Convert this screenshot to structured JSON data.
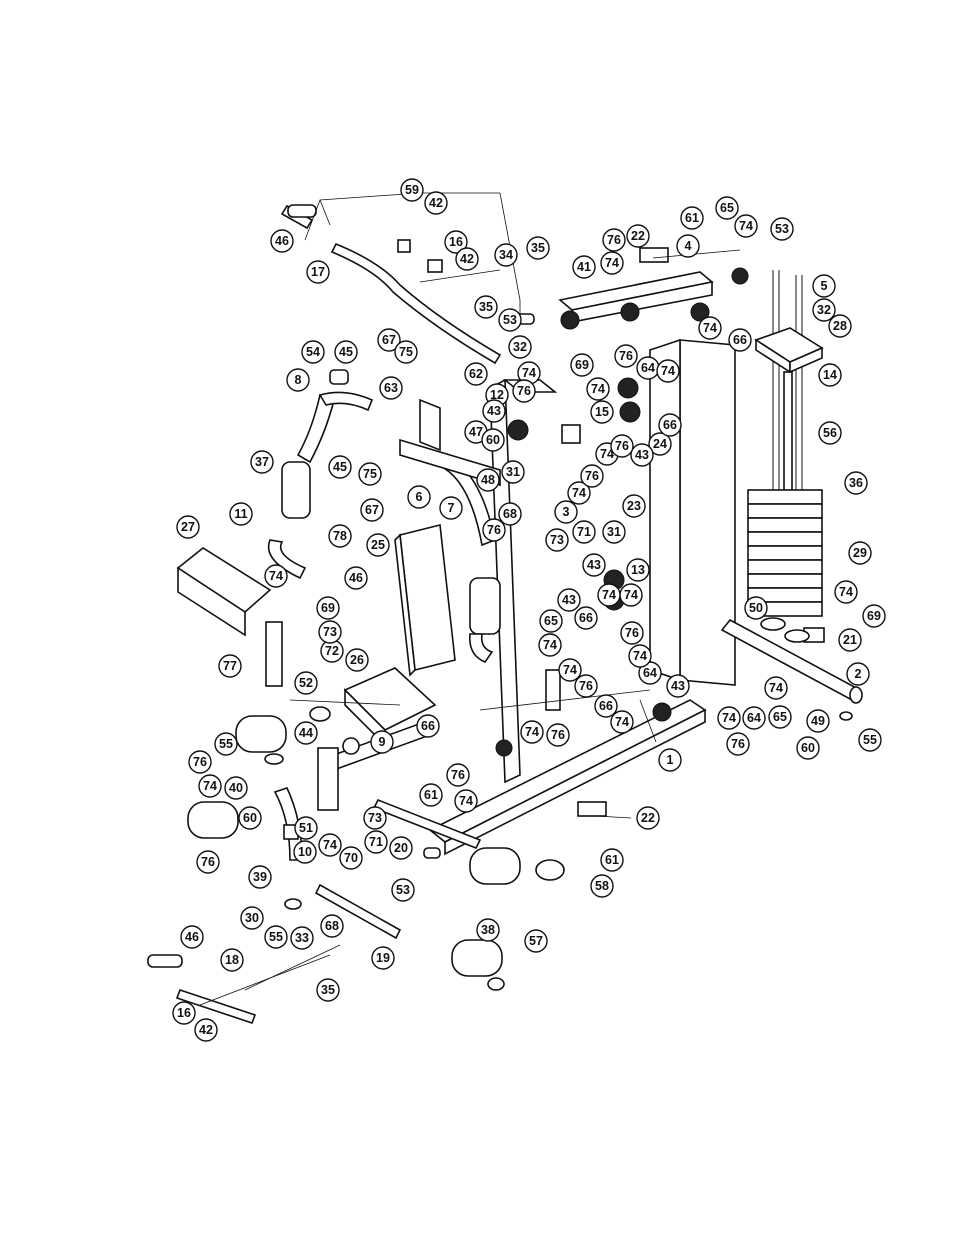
{
  "diagram": {
    "callouts": [
      "1",
      "2",
      "3",
      "4",
      "5",
      "6",
      "7",
      "8",
      "9",
      "10",
      "11",
      "12",
      "13",
      "14",
      "15",
      "16",
      "17",
      "18",
      "19",
      "20",
      "21",
      "22",
      "23",
      "24",
      "25",
      "26",
      "27",
      "28",
      "29",
      "30",
      "31",
      "32",
      "33",
      "34",
      "35",
      "36",
      "37",
      "38",
      "39",
      "40",
      "41",
      "42",
      "43",
      "44",
      "45",
      "46",
      "47",
      "48",
      "49",
      "50",
      "51",
      "52",
      "53",
      "54",
      "55",
      "56",
      "57",
      "58",
      "59",
      "60",
      "61",
      "62",
      "63",
      "64",
      "65",
      "66",
      "67",
      "68",
      "69",
      "70",
      "71",
      "72",
      "73",
      "74",
      "75",
      "76",
      "77",
      "78"
    ]
  }
}
